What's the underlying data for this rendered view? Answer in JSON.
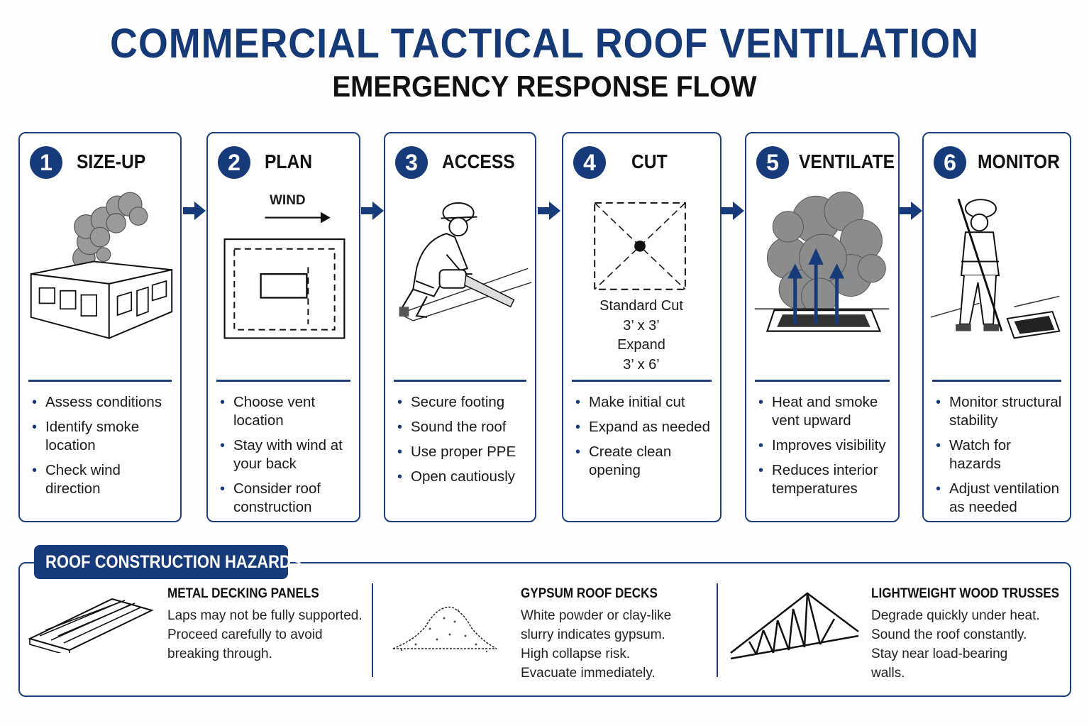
{
  "title": "COMMERCIAL TACTICAL ROOF VENTILATION",
  "subtitle": "EMERGENCY RESPONSE FLOW",
  "steps": [
    {
      "number": "1",
      "title": "SIZE-UP",
      "bullets": [
        "Assess conditions",
        "Identify smoke location",
        "Check wind direction"
      ]
    },
    {
      "number": "2",
      "title": "PLAN",
      "wind_label": "WIND",
      "bullets": [
        "Choose vent location",
        "Stay with wind at your back",
        "Consider roof construction"
      ]
    },
    {
      "number": "3",
      "title": "ACCESS",
      "bullets": [
        "Secure footing",
        "Sound the roof",
        "Use proper PPE",
        "Open cautiously"
      ]
    },
    {
      "number": "4",
      "title": "CUT",
      "cut_lines": [
        "Standard Cut",
        "3’ x 3’",
        "Expand",
        "3’ x 6’"
      ],
      "bullets": [
        "Make initial cut",
        "Expand as needed",
        "Create clean opening"
      ]
    },
    {
      "number": "5",
      "title": "VENTILATE",
      "bullets": [
        "Heat and smoke vent upward",
        "Improves visibility",
        "Reduces interior temperatures"
      ]
    },
    {
      "number": "6",
      "title": "MONITOR",
      "bullets": [
        "Monitor structural stability",
        "Watch for hazards",
        "Adjust ventilation as needed"
      ]
    }
  ],
  "hazards": {
    "heading": "ROOF CONSTRUCTION HAZARDS",
    "items": [
      {
        "title": "METAL DECKING PANELS",
        "text": "Laps may not be fully supported.\nProceed carefully to avoid\nbreaking through."
      },
      {
        "title": "GYPSUM ROOF DECKS",
        "text": "White powder or clay-like\nslurry indicates gypsum.\nHigh collapse risk.\nEvacuate immediately."
      },
      {
        "title": "LIGHTWEIGHT WOOD TRUSSES",
        "text": "Degrade quickly under heat.\nSound the roof constantly.\nStay near load-bearing\nwalls."
      }
    ]
  },
  "colors": {
    "navy": "#173b7a",
    "border": "#1d3f7c",
    "smoke": "#9a9a9a"
  }
}
